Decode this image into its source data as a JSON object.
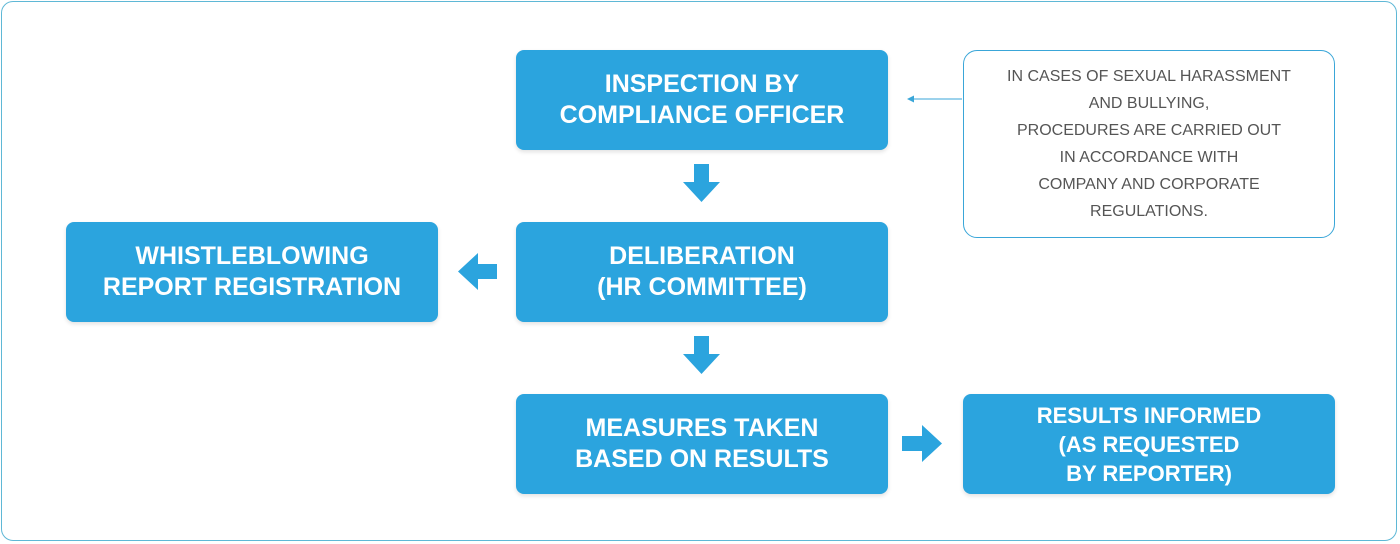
{
  "colors": {
    "box_fill": "#2ba4de",
    "arrow": "#2ba4de",
    "note_border": "#3aa6d8",
    "note_text": "#555555",
    "frame_border": "#5fb8d6"
  },
  "nodes": {
    "inspection": [
      "INSPECTION BY",
      "COMPLIANCE OFFICER"
    ],
    "deliberation": [
      "DELIBERATION",
      "(HR COMMITTEE)"
    ],
    "whistleblowing": [
      "WHISTLEBLOWING",
      "REPORT REGISTRATION"
    ],
    "measures": [
      "MEASURES TAKEN",
      "BASED ON RESULTS"
    ],
    "results": [
      "RESULTS INFORMED",
      "(AS REQUESTED",
      "BY REPORTER)"
    ]
  },
  "note": {
    "lines": [
      "IN CASES OF SEXUAL HARASSMENT",
      "AND BULLYING,",
      "PROCEDURES ARE CARRIED OUT",
      "IN ACCORDANCE WITH",
      "COMPANY AND CORPORATE",
      "REGULATIONS."
    ]
  },
  "edges": [
    {
      "from": "inspection",
      "to": "deliberation"
    },
    {
      "from": "deliberation",
      "to": "whistleblowing"
    },
    {
      "from": "deliberation",
      "to": "measures"
    },
    {
      "from": "measures",
      "to": "results"
    },
    {
      "from": "note",
      "to": "inspection"
    }
  ]
}
